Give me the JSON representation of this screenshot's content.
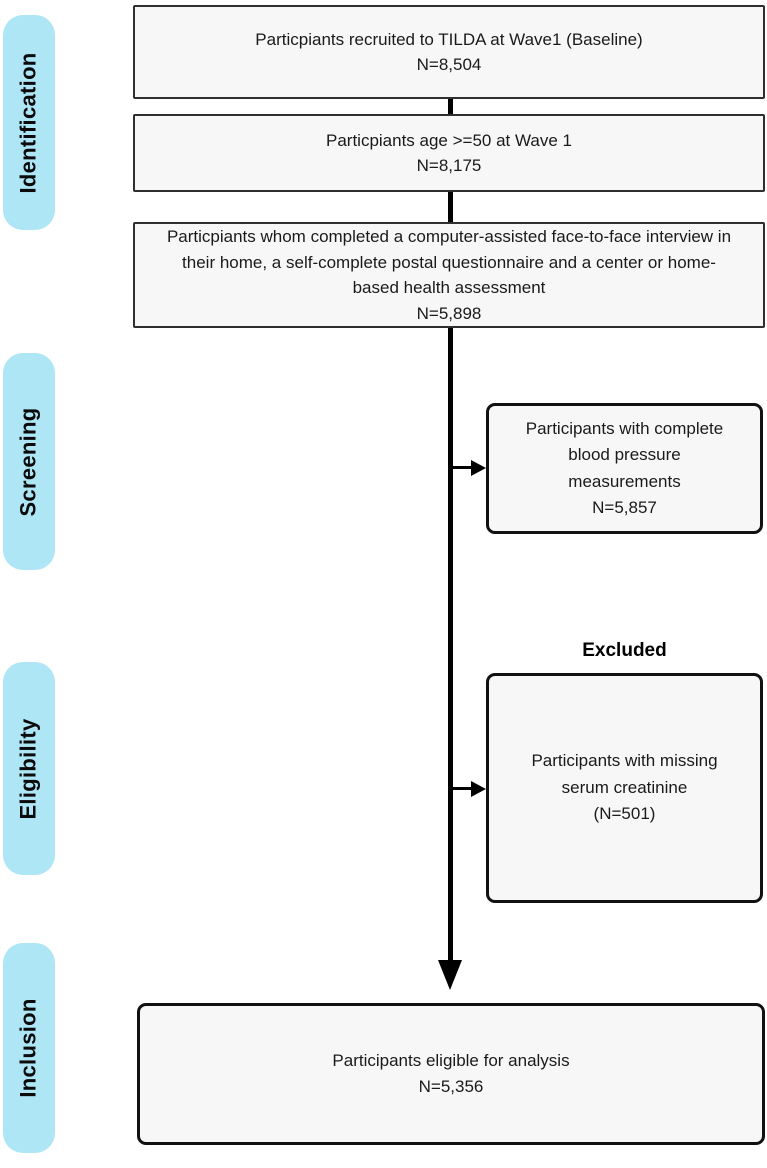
{
  "colors": {
    "stage_pill_fill": "#aee6f5",
    "box_fill": "#f7f7f7",
    "main_box_border": "#2f2f2f",
    "rounded_box_border": "#111111",
    "connector": "#000000",
    "text": "#1a1a1a"
  },
  "stages": [
    {
      "label": "Identification"
    },
    {
      "label": "Screening"
    },
    {
      "label": "Eligibility"
    },
    {
      "label": "Inclusion"
    }
  ],
  "boxes": {
    "recruited": {
      "text": "Particpiants recruited to TILDA at Wave1 (Baseline)",
      "n": "N=8,504"
    },
    "age50": {
      "text": "Particpiants age >=50 at Wave 1",
      "n": "N=8,175"
    },
    "completed": {
      "text": "Particpiants whom completed a computer-assisted face-to-face interview in their home, a self-complete postal questionnaire and a center or home-based health assessment",
      "n": "N=5,898"
    },
    "blood_pressure": {
      "text": "Participants with complete blood pressure measurements",
      "n": "N=5,857"
    },
    "missing_creatinine": {
      "text": "Participants with missing serum creatinine",
      "n": "(N=501)"
    },
    "eligible": {
      "text": "Participants eligible for analysis",
      "n": "N=5,356"
    }
  },
  "labels": {
    "excluded": "Excluded"
  }
}
